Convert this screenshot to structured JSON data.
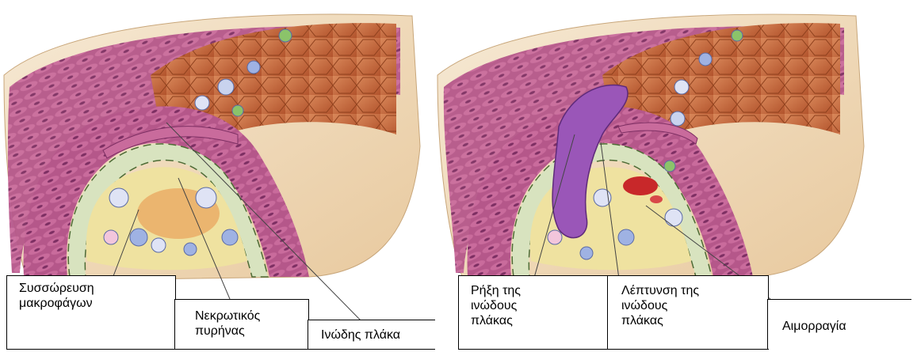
{
  "left_panel": {
    "labels": {
      "macrophage_accumulation": "Συσσώρευση\nμακροφάγων",
      "necrotic_core": "Νεκρωτικός\nπυρήνας",
      "fibrous_plaque": "Ινώδης πλάκα"
    }
  },
  "right_panel": {
    "labels": {
      "plaque_rupture": "Ρήξη της\nινώδους\nπλάκας",
      "plaque_thinning": "Λέπτυνση της\nινώδους\nπλάκας",
      "hemorrhage": "Αιμορραγία"
    }
  },
  "colors": {
    "background": "#ffffff",
    "adventitia": "#f1dfc4",
    "media_muscle": "#b5578a",
    "intima_lining": "#d8e3bf",
    "lumen_wall": "#c96a3a",
    "plaque_core": "#efe2a0",
    "cell_blue": "#9fb2e3",
    "rupture_purple": "#9a56b8",
    "blood": "#c8282a"
  }
}
